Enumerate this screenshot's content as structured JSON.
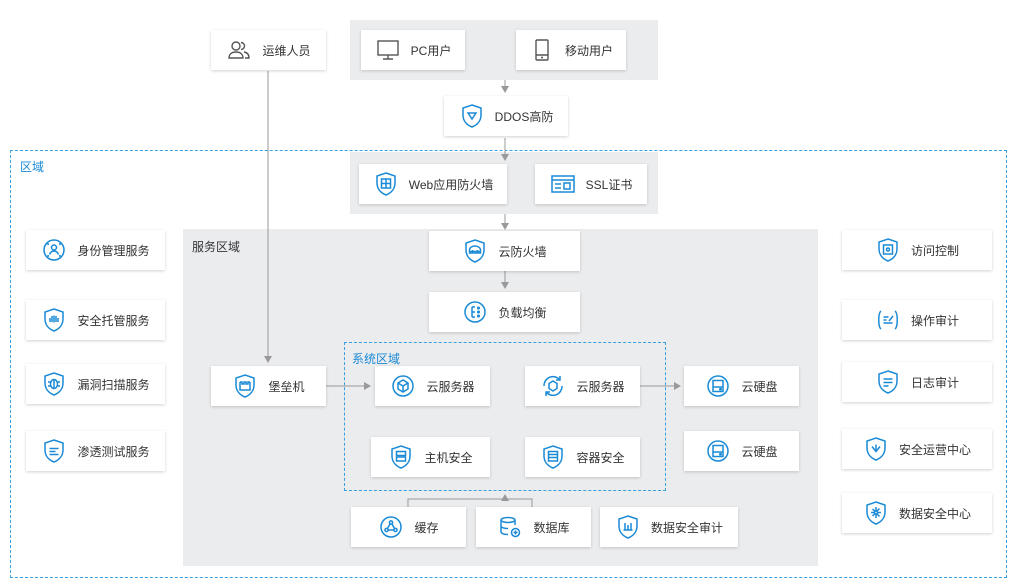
{
  "zones": {
    "region": "区域",
    "service_zone": "服务区域",
    "system_zone": "系统区域"
  },
  "nodes": {
    "ops_staff": "运维人员",
    "pc_user": "PC用户",
    "mobile_user": "移动用户",
    "ddos": "DDOS高防",
    "waf": "Web应用防火墙",
    "ssl": "SSL证书",
    "cloud_firewall": "云防火墙",
    "load_balancer": "负载均衡",
    "bastion": "堡垒机",
    "cloud_server_1": "云服务器",
    "cloud_server_2": "云服务器",
    "cloud_disk_1": "云硬盘",
    "cloud_disk_2": "云硬盘",
    "host_security": "主机安全",
    "container_security": "容器安全",
    "cache": "缓存",
    "database": "数据库",
    "db_audit": "数据安全审计",
    "identity_mgmt": "身份管理服务",
    "security_hosting": "安全托管服务",
    "vuln_scan": "漏洞扫描服务",
    "pentest": "渗透测试服务",
    "access_control": "访问控制",
    "operation_audit": "操作审计",
    "log_audit": "日志审计",
    "soc": "安全运营中心",
    "data_security_center": "数据安全中心"
  },
  "colors": {
    "accent": "#1a8ad6",
    "icon": "#1a8ad6",
    "zone_gray": "#ebecee",
    "line": "#999999"
  }
}
